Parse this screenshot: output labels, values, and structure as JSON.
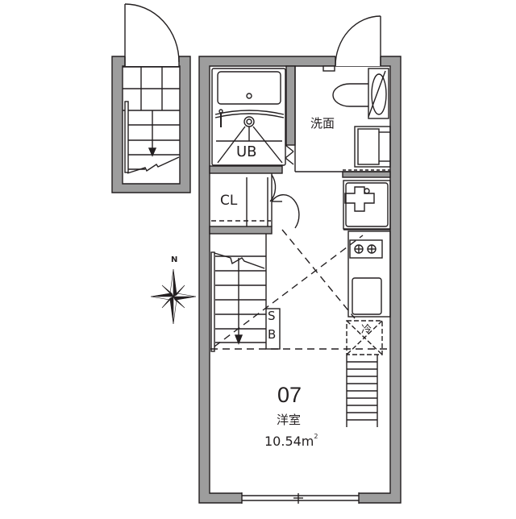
{
  "floor_plan": {
    "unit_number": "07",
    "main_room": {
      "type_label": "洋室",
      "area_value": "10.54m",
      "area_unit_superscript": "2"
    },
    "rooms": {
      "unit_bath": "UB",
      "closet": "CL",
      "washroom": "洗面",
      "shoe_box_top": "S",
      "shoe_box_bottom": "B",
      "refrigerator": "冷"
    },
    "compass": {
      "north_label": "N"
    },
    "colors": {
      "wall_fill": "#9d9d9d",
      "line": "#231f20",
      "background": "#ffffff"
    }
  }
}
